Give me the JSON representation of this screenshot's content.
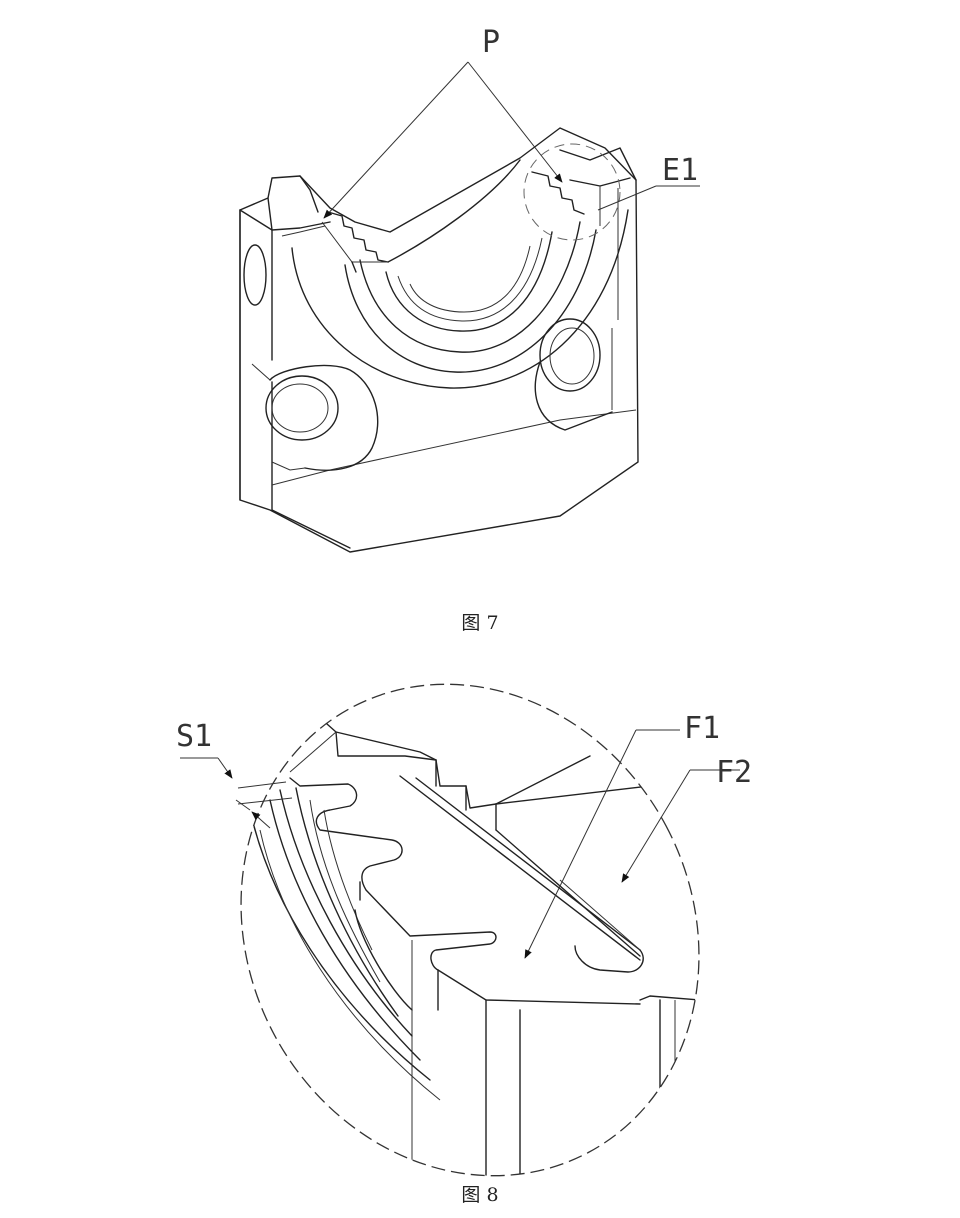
{
  "figure7": {
    "caption": "图 7",
    "label_p": "P",
    "label_e1": "E1"
  },
  "figure8": {
    "caption": "图 8",
    "label_s1": "S1",
    "label_f1": "F1",
    "label_f2": "F2"
  }
}
